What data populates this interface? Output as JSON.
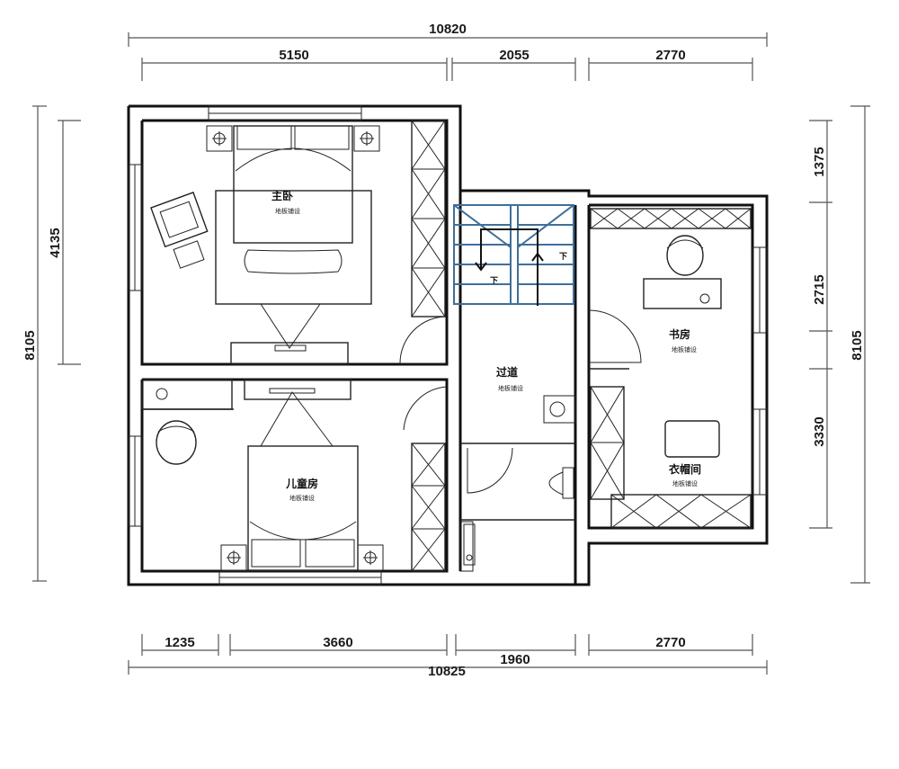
{
  "dimensions": {
    "top_total": "10820",
    "top_1": "5150",
    "top_2": "2055",
    "top_3": "2770",
    "left_total": "8105",
    "left_1": "4135",
    "right_total": "8105",
    "right_1": "1375",
    "right_2": "2715",
    "right_3": "3330",
    "bottom_1": "1235",
    "bottom_2": "3660",
    "bottom_3": "1960",
    "bottom_4": "2770",
    "bottom_total": "10825"
  },
  "rooms": {
    "master_bedroom": {
      "label": "主卧",
      "floor": "地板铺设"
    },
    "study": {
      "label": "书房",
      "floor": "地板铺设"
    },
    "corridor": {
      "label": "过道",
      "floor": "地板铺设"
    },
    "walk_in_closet": {
      "label": "衣帽间",
      "floor": "地板铺设"
    },
    "kids_room": {
      "label": "儿童房",
      "floor": "地板铺设"
    }
  },
  "stairs": {
    "down_mark_1": "下",
    "down_mark_2": "下"
  },
  "colors": {
    "stair_lines": "#3f6f9a",
    "walls": "#111111",
    "dimension_lines": "#555555"
  }
}
